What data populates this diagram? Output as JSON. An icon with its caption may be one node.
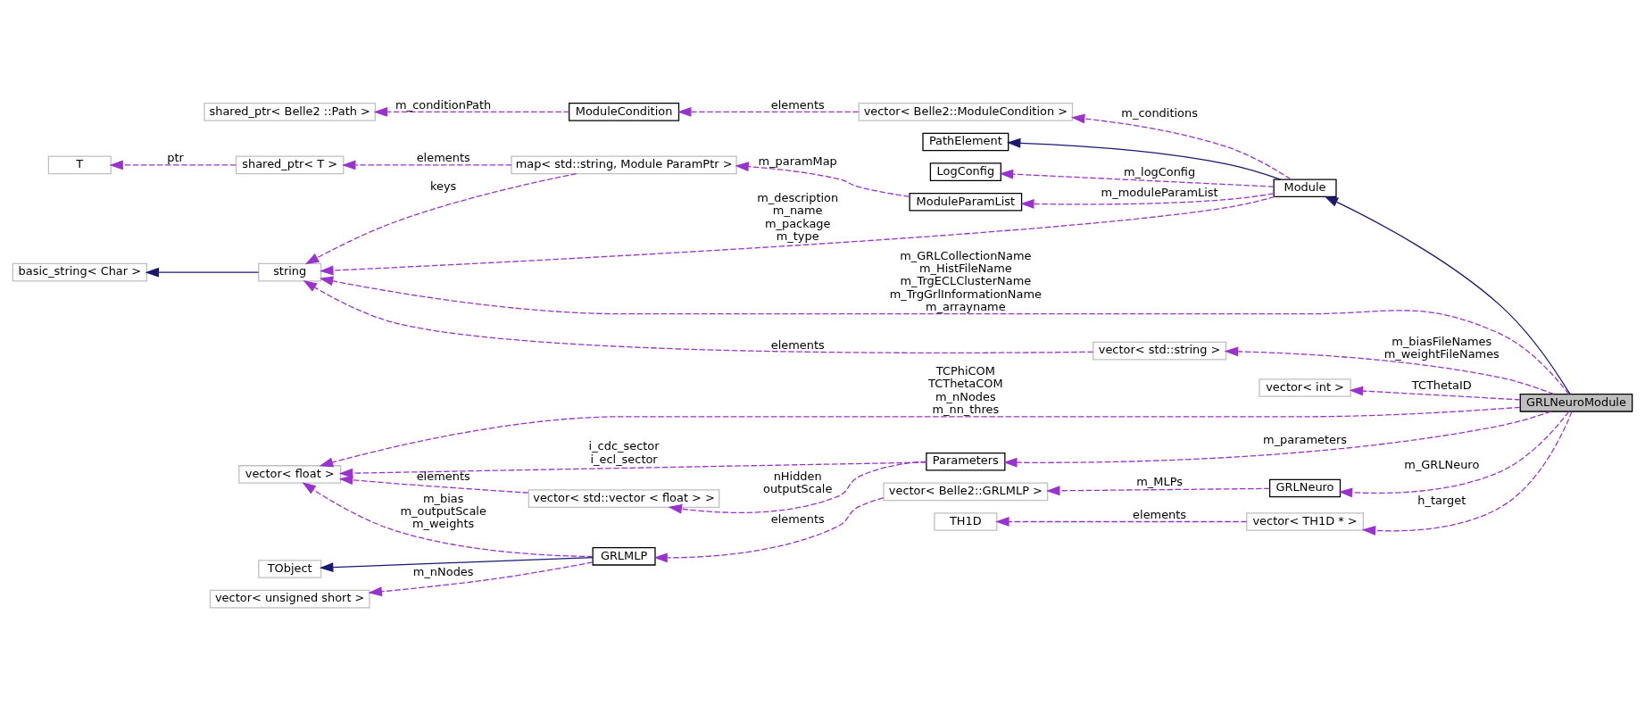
{
  "diagram": {
    "nodes": [
      {
        "text": [
          "shared_ptr< Belle2 ::Path >"
        ]
      },
      {
        "text": [
          "ModuleCondition"
        ]
      },
      {
        "text": [
          "vector< Belle2::ModuleCondition >"
        ]
      },
      {
        "text": [
          "PathElement"
        ]
      },
      {
        "text": [
          "T"
        ]
      },
      {
        "text": [
          "shared_ptr< T >"
        ]
      },
      {
        "text": [
          "map< std::string, Module ParamPtr >"
        ]
      },
      {
        "text": [
          "LogConfig"
        ]
      },
      {
        "text": [
          "Module"
        ]
      },
      {
        "text": [
          "ModuleParamList"
        ]
      },
      {
        "text": [
          "basic_string< Char >"
        ]
      },
      {
        "text": [
          "string"
        ]
      },
      {
        "text": [
          "vector< std::string >"
        ]
      },
      {
        "text": [
          "vector< int >"
        ]
      },
      {
        "text": [
          "GRLNeuroModule"
        ]
      },
      {
        "text": [
          "vector< float >"
        ]
      },
      {
        "text": [
          "Parameters"
        ]
      },
      {
        "text": [
          "vector< std::vector < float > >"
        ]
      },
      {
        "text": [
          "vector< Belle2::GRLMLP >"
        ]
      },
      {
        "text": [
          "GRLNeuro"
        ]
      },
      {
        "text": [
          "TH1D"
        ]
      },
      {
        "text": [
          "vector< TH1D * >"
        ]
      },
      {
        "text": [
          "TObject"
        ]
      },
      {
        "text": [
          "GRLMLP"
        ]
      },
      {
        "text": [
          "vector< unsigned short >"
        ]
      }
    ],
    "edges": [
      {
        "from": 1,
        "to": 0,
        "arrow": "to",
        "label": "m_conditionPath",
        "style": "dashed"
      },
      {
        "from": 2,
        "to": 1,
        "arrow": "to",
        "label": "elements",
        "style": "dashed"
      },
      {
        "from": 8,
        "to": 2,
        "arrow": "to",
        "label": "m_conditions",
        "style": "dashed"
      },
      {
        "from": 8,
        "to": 3,
        "arrow": "to",
        "color": "#191970"
      },
      {
        "from": 5,
        "to": 4,
        "arrow": "to",
        "label": "ptr",
        "style": "dashed"
      },
      {
        "from": 6,
        "to": 5,
        "arrow": "to",
        "label": "elements",
        "style": "dashed"
      },
      {
        "from": 8,
        "to": 7,
        "arrow": "to",
        "label": "m_logConfig",
        "style": "dashed"
      },
      {
        "from": 9,
        "to": 6,
        "arrow": "to",
        "label": "m_paramMap",
        "style": "dashed"
      },
      {
        "from": 8,
        "to": 9,
        "arrow": "to",
        "label": "m_moduleParamList",
        "style": "dashed"
      },
      {
        "from": 6,
        "to": 11,
        "arrow": "to",
        "label": "keys",
        "style": "dashed"
      },
      {
        "from": 8,
        "to": 11,
        "arrow": "to",
        "label": "m_description m_name m_package m_type",
        "style": "dashed"
      },
      {
        "from": 11,
        "to": 10,
        "arrow": "to",
        "color": "#191970"
      },
      {
        "from": 14,
        "to": 8,
        "arrow": "to",
        "color": "#191970"
      },
      {
        "from": 14,
        "to": 11,
        "arrow": "to",
        "label": "m_GRLCollectionName m_HistFileName m_TrgECLClusterName m_TrgGrlInformationName m_arrayname",
        "style": "dashed"
      },
      {
        "from": 12,
        "to": 11,
        "arrow": "to",
        "label": "elements",
        "style": "dashed"
      },
      {
        "from": 14,
        "to": 12,
        "arrow": "to",
        "label": "m_biasFileNames m_weightFileNames",
        "style": "dashed"
      },
      {
        "from": 14,
        "to": 13,
        "arrow": "to",
        "label": "TCThetaID",
        "style": "dashed"
      },
      {
        "from": 14,
        "to": 15,
        "arrow": "to",
        "label": "TCPhiCOM TCThetaCOM m_nNodes m_nn_thres",
        "style": "dashed"
      },
      {
        "from": 16,
        "to": 15,
        "arrow": "to",
        "label": "i_cdc_sector i_ecl_sector",
        "style": "dashed"
      },
      {
        "from": 14,
        "to": 16,
        "arrow": "to",
        "label": "m_parameters",
        "style": "dashed"
      },
      {
        "from": 17,
        "to": 15,
        "arrow": "to",
        "label": "elements",
        "style": "dashed"
      },
      {
        "from": 16,
        "to": 17,
        "arrow": "to",
        "label": "nHidden outputScale",
        "style": "dashed"
      },
      {
        "from": 23,
        "to": 15,
        "arrow": "to",
        "label": "m_bias m_outputScale m_weights",
        "style": "dashed"
      },
      {
        "from": 19,
        "to": 18,
        "arrow": "to",
        "label": "m_MLPs",
        "style": "dashed"
      },
      {
        "from": 14,
        "to": 19,
        "arrow": "to",
        "label": "m_GRLNeuro",
        "style": "dashed"
      },
      {
        "from": 18,
        "to": 23,
        "arrow": "to",
        "label": "elements",
        "style": "dashed"
      },
      {
        "from": 21,
        "to": 20,
        "arrow": "to",
        "label": "elements",
        "style": "dashed"
      },
      {
        "from": 14,
        "to": 21,
        "arrow": "to",
        "label": "h_target",
        "style": "dashed"
      },
      {
        "from": 23,
        "to": 22,
        "arrow": "to",
        "color": "#191970"
      },
      {
        "from": 23,
        "to": 24,
        "arrow": "to",
        "label": "m_nNodes",
        "style": "dashed"
      }
    ]
  }
}
